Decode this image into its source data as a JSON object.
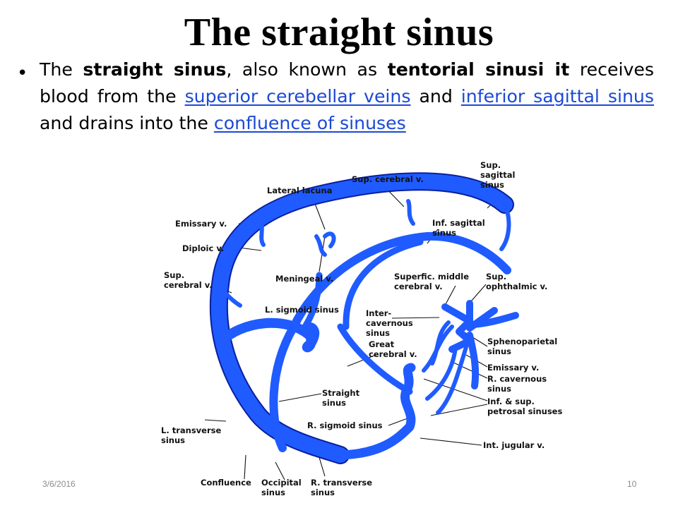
{
  "slide": {
    "title": "The straight sinus",
    "bullet": {
      "t1": "The ",
      "t2": "straight sinus",
      "t3": ", also known as ",
      "t4": "tentorial sinusi it",
      "t5": " receives blood from the ",
      "link1": "superior cerebellar veins",
      "t6": " and ",
      "link2": "inferior sagittal sinus",
      "t7": " and drains into the ",
      "link3": "confluence of sinuses"
    },
    "footer": {
      "date": "3/6/2016",
      "page": "10"
    }
  },
  "diagram": {
    "colors": {
      "vessel": "#1f5bff",
      "vessel_edge": "#0a1f9e",
      "link": "#1c49d6"
    },
    "labels": {
      "sup_sagittal": "Sup.\nsagittal\nsinus",
      "sup_cerebral_top": "Sup. cerebral v.",
      "lateral_lacuna": "Lateral lacuna",
      "emissary_left": "Emissary v.",
      "diploic": "Diploic v.",
      "inf_sagittal": "Inf. sagittal\nsinus",
      "sup_cerebral_left": "Sup.\ncerebral v.",
      "meningeal": "Meningeal v.",
      "superf_middle": "Superfic. middle\ncerebral v.",
      "sup_ophthalmic": "Sup.\nophthalmic v.",
      "l_sigmoid": "L. sigmoid sinus",
      "intercavernous": "Inter-\ncavernous\nsinus",
      "great_cerebral": "Great\ncerebral v.",
      "sphenoparietal": "Sphenoparietal\nsinus",
      "emissary_right": "Emissary v.",
      "r_cavernous": "R. cavernous\nsinus",
      "straight": "Straight\nsinus",
      "inf_sup_petrosal": "Inf. & sup.\npetrosal sinuses",
      "r_sigmoid": "R. sigmoid sinus",
      "l_transverse": "L. transverse\nsinus",
      "int_jugular": "Int. jugular v.",
      "confluence": "Confluence",
      "occipital": "Occipital\nsinus",
      "r_transverse": "R. transverse\nsinus"
    }
  }
}
